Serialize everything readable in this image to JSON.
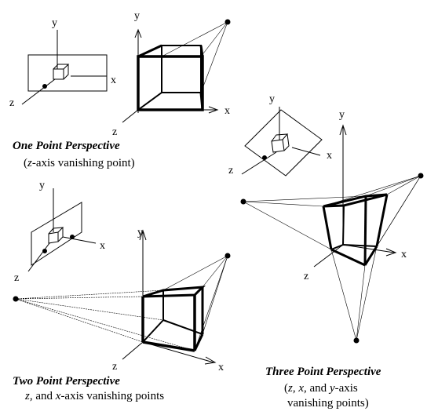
{
  "axis_labels": {
    "x": "x",
    "y": "y",
    "z": "z"
  },
  "captions": {
    "one_point": {
      "title": "One Point Perspective",
      "sub": {
        "var": "z",
        "rest": "-axis vanishing point)",
        "open": "("
      }
    },
    "two_point": {
      "title": "Two Point Perspective",
      "sub": {
        "z": "z",
        "mid": ", and ",
        "x": "x",
        "rest": "-axis vanishing points"
      }
    },
    "three_point": {
      "title": "Three Point Perspective",
      "line2": {
        "open": "(",
        "z": "z",
        "c1": ", ",
        "x": "x",
        "c2": ", and ",
        "y": "y",
        "rest": "-axis"
      },
      "line3": "vanishing points)"
    }
  },
  "colors": {
    "line": "#000000",
    "background": "#ffffff"
  }
}
